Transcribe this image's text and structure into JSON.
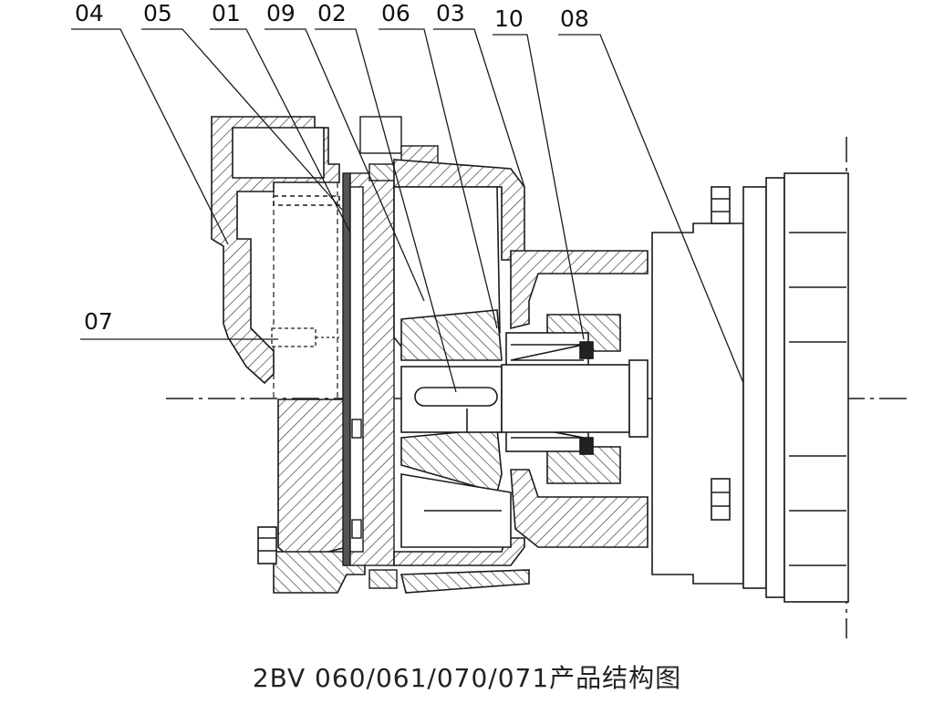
{
  "callouts": {
    "c04": "04",
    "c05": "05",
    "c01": "01",
    "c09": "09",
    "c02": "02",
    "c06": "06",
    "c03": "03",
    "c10": "10",
    "c08": "08",
    "c07": "07"
  },
  "caption": "2BV 060/061/070/071产品结构图",
  "colors": {
    "line": "#1a1a1a",
    "hatch": "#333333",
    "background": "#ffffff"
  }
}
